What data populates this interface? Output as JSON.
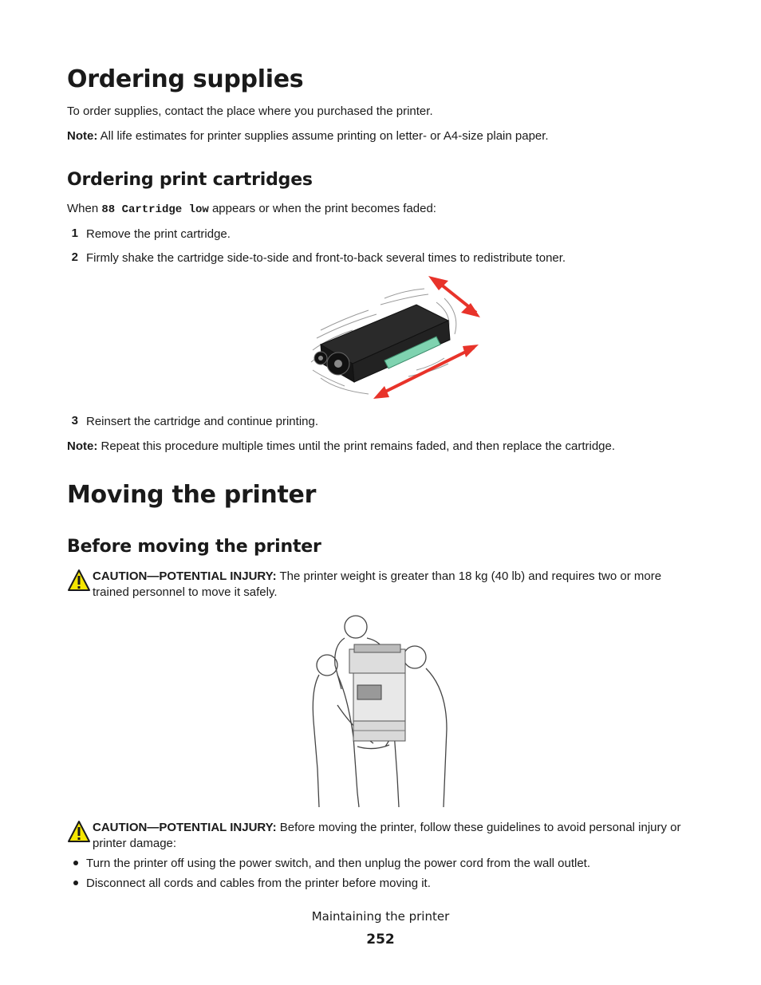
{
  "section1": {
    "title": "Ordering supplies",
    "intro": "To order supplies, contact the place where you purchased the printer.",
    "note_label": "Note:",
    "note_text": " All life estimates for printer supplies assume printing on letter- or A4-size plain paper."
  },
  "section1_sub": {
    "title": "Ordering print cartridges",
    "when_prefix": "When ",
    "when_code": "88 Cartridge low",
    "when_suffix": " appears or when the print becomes faded:",
    "steps": [
      {
        "num": "1",
        "text": "Remove the print cartridge."
      },
      {
        "num": "2",
        "text": "Firmly shake the cartridge side-to-side and front-to-back several times to redistribute toner."
      },
      {
        "num": "3",
        "text": "Reinsert the cartridge and continue printing."
      }
    ],
    "note_label": "Note:",
    "note_text": " Repeat this procedure multiple times until the print remains faded, and then replace the cartridge."
  },
  "section2": {
    "title": "Moving the printer",
    "sub_title": "Before moving the printer",
    "caution1_label": "CAUTION—POTENTIAL INJURY:",
    "caution1_text": " The printer weight is greater than 18 kg (40 lb) and requires two or more trained personnel to move it safely.",
    "caution2_label": "CAUTION—POTENTIAL INJURY:",
    "caution2_text": "  Before moving the printer, follow these guidelines to avoid personal injury or printer damage:",
    "bullets": [
      "Turn the printer off using the power switch, and then unplug the power cord from the wall outlet.",
      "Disconnect all cords and cables from the printer before moving it."
    ]
  },
  "footer": {
    "chapter": "Maintaining the printer",
    "page": "252"
  },
  "colors": {
    "arrow": "#e8332a",
    "warning_fill": "#f5e600",
    "handle": "#7fd3b0"
  }
}
